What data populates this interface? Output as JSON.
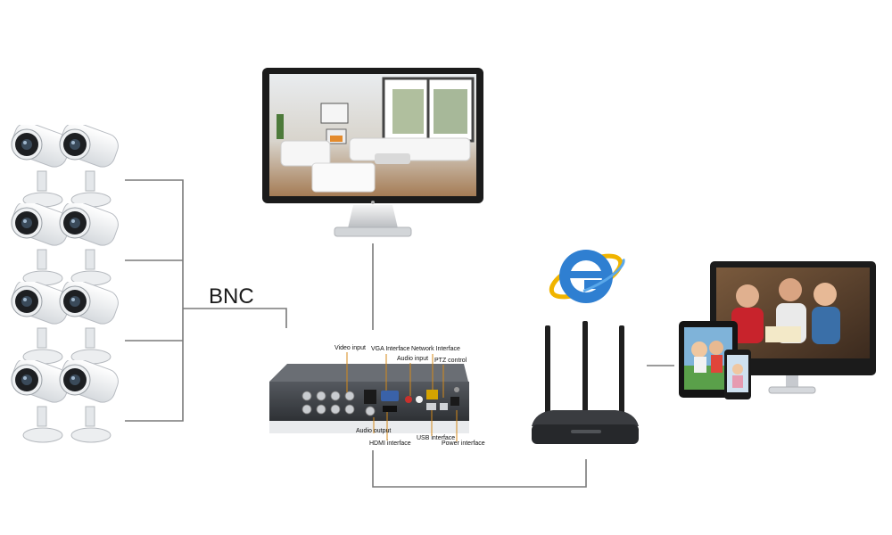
{
  "link_label": "BNC",
  "dvr_labels": {
    "video_input": "Video input",
    "vga_interface": "VGA Interface",
    "network_interface": "Network Interface",
    "audio_input": "Audio input",
    "ptz_control": "PTZ control",
    "audio_output": "Audio output",
    "hdmi_interface": "HDMI interface",
    "usb_interface": "USB interface",
    "power_interface": "Power interface"
  },
  "colors": {
    "wire": "#7a7a7a",
    "camera_body": "#f2f4f6",
    "dvr_body": "#3c3f44",
    "router_body": "#2b2d30",
    "ie_logo": "#2f7fd1"
  },
  "icons": [
    "camera-icon",
    "monitor-icon",
    "dvr-icon",
    "internet-explorer-icon",
    "router-icon",
    "tablet-icon",
    "phone-icon"
  ]
}
